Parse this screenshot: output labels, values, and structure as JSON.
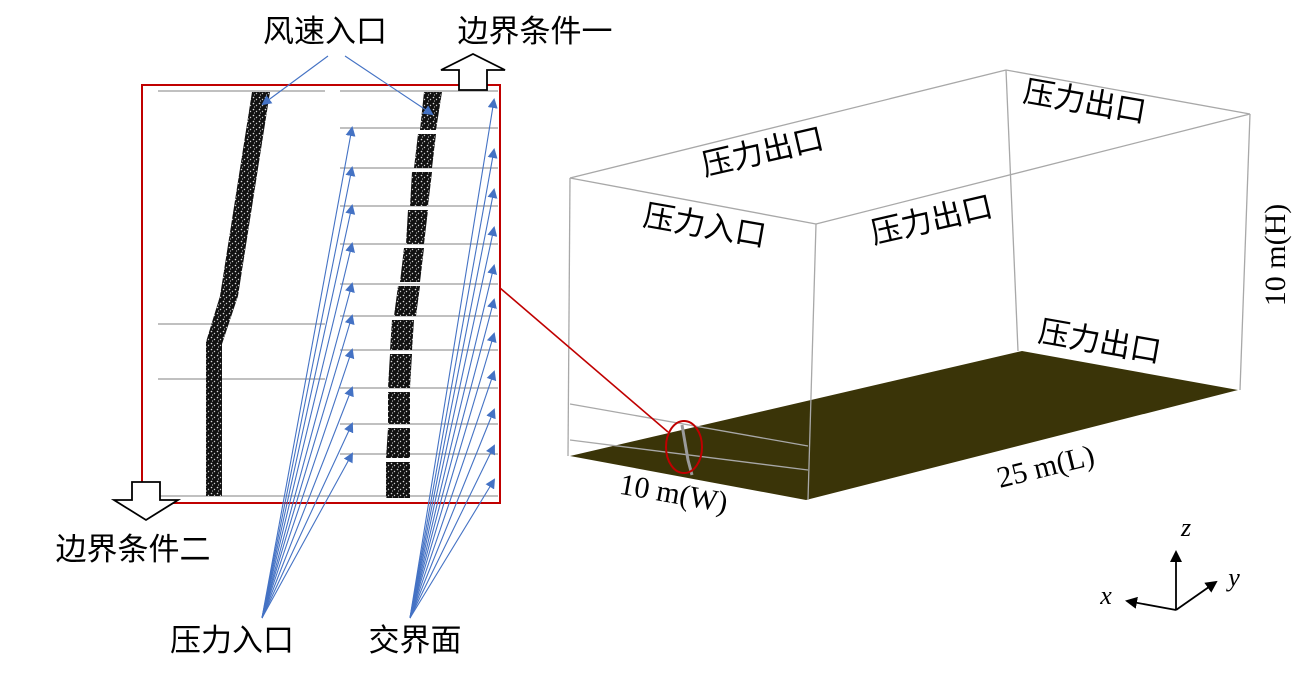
{
  "labels": {
    "wind_inlet": "风速入口",
    "boundary_one": "边界条件一",
    "boundary_two": "边界条件二",
    "pressure_inlet_bottom": "压力入口",
    "interface": "交界面",
    "pressure_outlet_top_back": "压力出口",
    "pressure_outlet_top_front": "压力出口",
    "pressure_inlet_front": "压力入口",
    "pressure_outlet_side": "压力出口",
    "pressure_outlet_far_right": "压力出口",
    "height_dim": "10 m(H)",
    "length_dim": "25 m(L)",
    "width_dim": "10 m(W)",
    "axis_x": "x",
    "axis_y": "y",
    "axis_z": "z"
  },
  "colors": {
    "arrow_blue": "#4472c4",
    "zoom_frame": "#c00000",
    "ground": "#3a3408",
    "box_edge": "#a8a8a8",
    "mesh": "#111111"
  },
  "icons": {
    "up_arrow": "hollow-up-arrow",
    "down_arrow": "hollow-down-arrow"
  }
}
